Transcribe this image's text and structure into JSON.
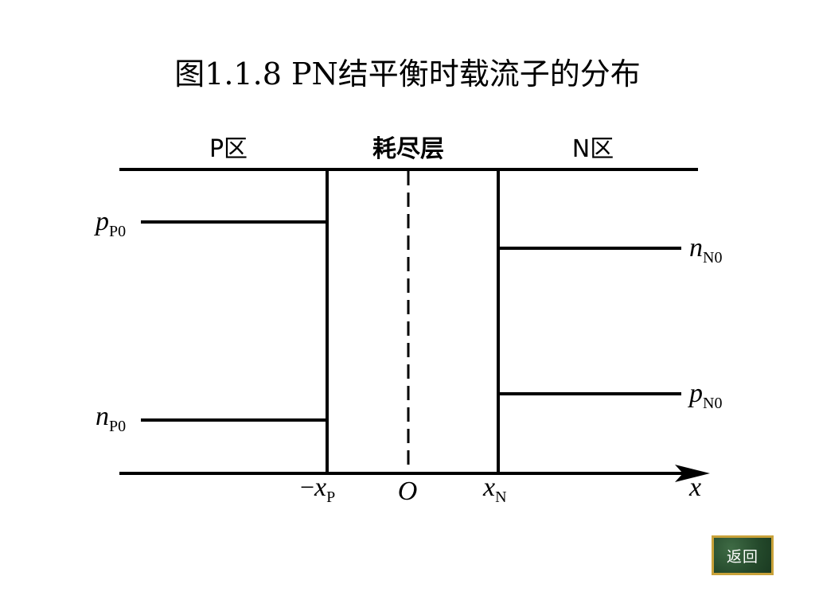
{
  "title": "图1.1.8 PN结平衡时载流子的分布",
  "regions": {
    "p_region": "P区",
    "depletion_layer": "耗尽层",
    "n_region": "N区"
  },
  "levels": {
    "p_p0": {
      "main": "p",
      "sub": "P0"
    },
    "n_p0": {
      "main": "n",
      "sub": "P0"
    },
    "n_n0": {
      "main": "n",
      "sub": "N0"
    },
    "p_n0": {
      "main": "p",
      "sub": "N0"
    }
  },
  "axis": {
    "minus_xp": {
      "prefix": "−",
      "main": "x",
      "sub": "P"
    },
    "origin": "O",
    "xn": {
      "main": "x",
      "sub": "N"
    },
    "x_label": "x"
  },
  "back_button": {
    "label": "返回"
  },
  "colors": {
    "line": "#000000",
    "button_bg": "#24492b",
    "button_border": "#c9a23a"
  }
}
